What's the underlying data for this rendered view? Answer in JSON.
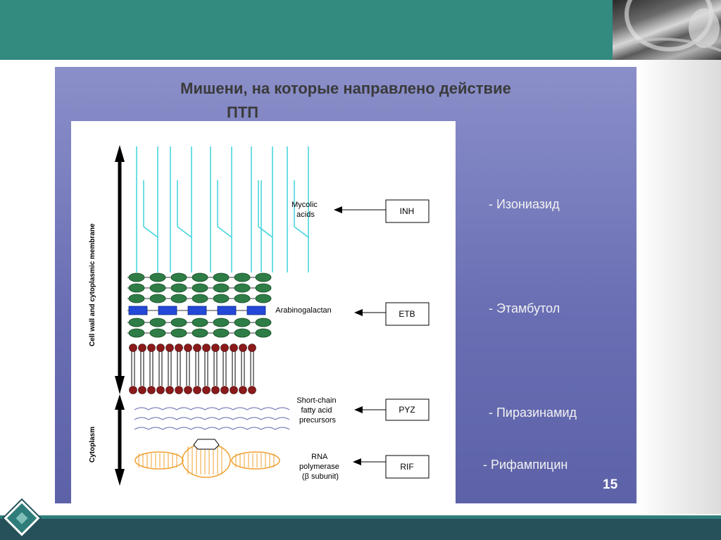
{
  "slide": {
    "title_line1": "Мишени, на которые направлено действие",
    "title_line2": "ПТП",
    "slide_number": "15"
  },
  "figure": {
    "axis_labels": {
      "membrane": "Cell wall and cytoplasmic membrane",
      "cytoplasm": "Cytoplasm"
    },
    "targets": [
      {
        "name_lines": [
          "Mycolic",
          "acids"
        ],
        "drug": "INH",
        "label": "- Изониазид"
      },
      {
        "name_lines": [
          "Arabinogalactan"
        ],
        "drug": "ETB",
        "label": "- Этамбутол"
      },
      {
        "name_lines": [
          "Short-chain",
          "fatty acid",
          "precursors"
        ],
        "drug": "PYZ",
        "label": "- Пиразинамид"
      },
      {
        "name_lines": [
          "RNA",
          "polymerase",
          "(β subunit)"
        ],
        "drug": "RIF",
        "label": "- Рифампицин"
      }
    ]
  },
  "colors": {
    "header_teal": "#338a7f",
    "panel_purple": "#6a6fb4",
    "mycolic_cyan": "#3fd3dc",
    "oval_green": "#2f7d46",
    "block_blue": "#2448d8",
    "lipid_red": "#8b1a1a",
    "rna_orange": "#f0a030"
  }
}
